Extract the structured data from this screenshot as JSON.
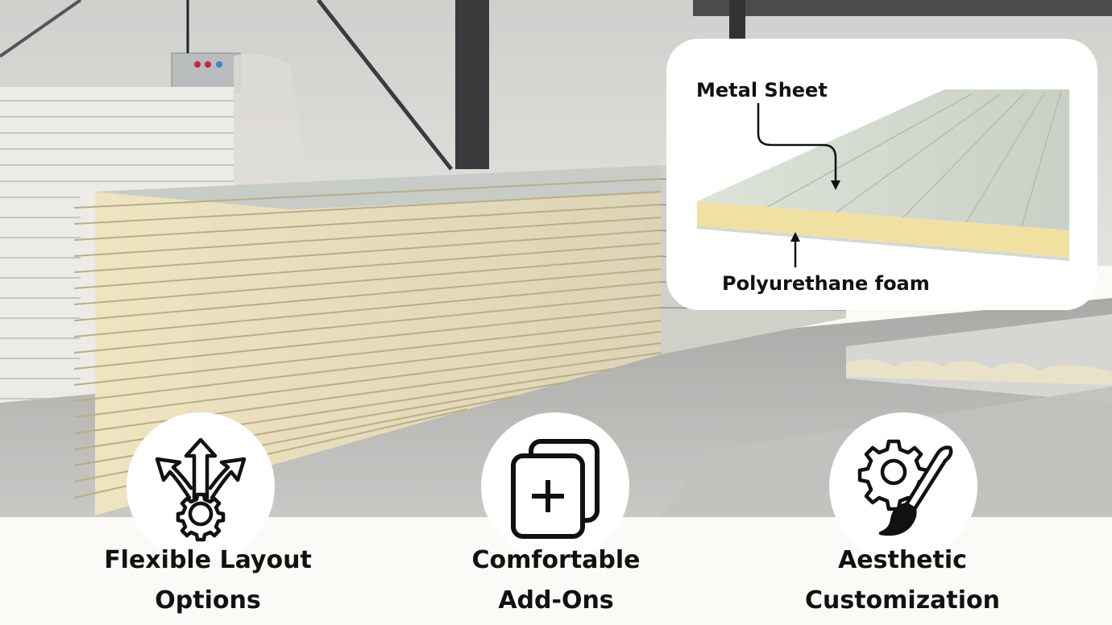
{
  "inset": {
    "label_top": "Metal Sheet",
    "label_bottom": "Polyurethane foam"
  },
  "features": [
    {
      "line1": "Flexible Layout",
      "line2": "Options",
      "icon": "arrows-gear-icon"
    },
    {
      "line1": "Comfortable",
      "line2": "Add-Ons",
      "icon": "add-layers-icon"
    },
    {
      "line1": "Aesthetic",
      "line2": "Customization",
      "icon": "gear-paintbrush-icon"
    }
  ],
  "colors": {
    "foam": "#f1e3a6",
    "metal": "#d9dfd6",
    "text": "#111111",
    "background": "#fbfaf7"
  }
}
